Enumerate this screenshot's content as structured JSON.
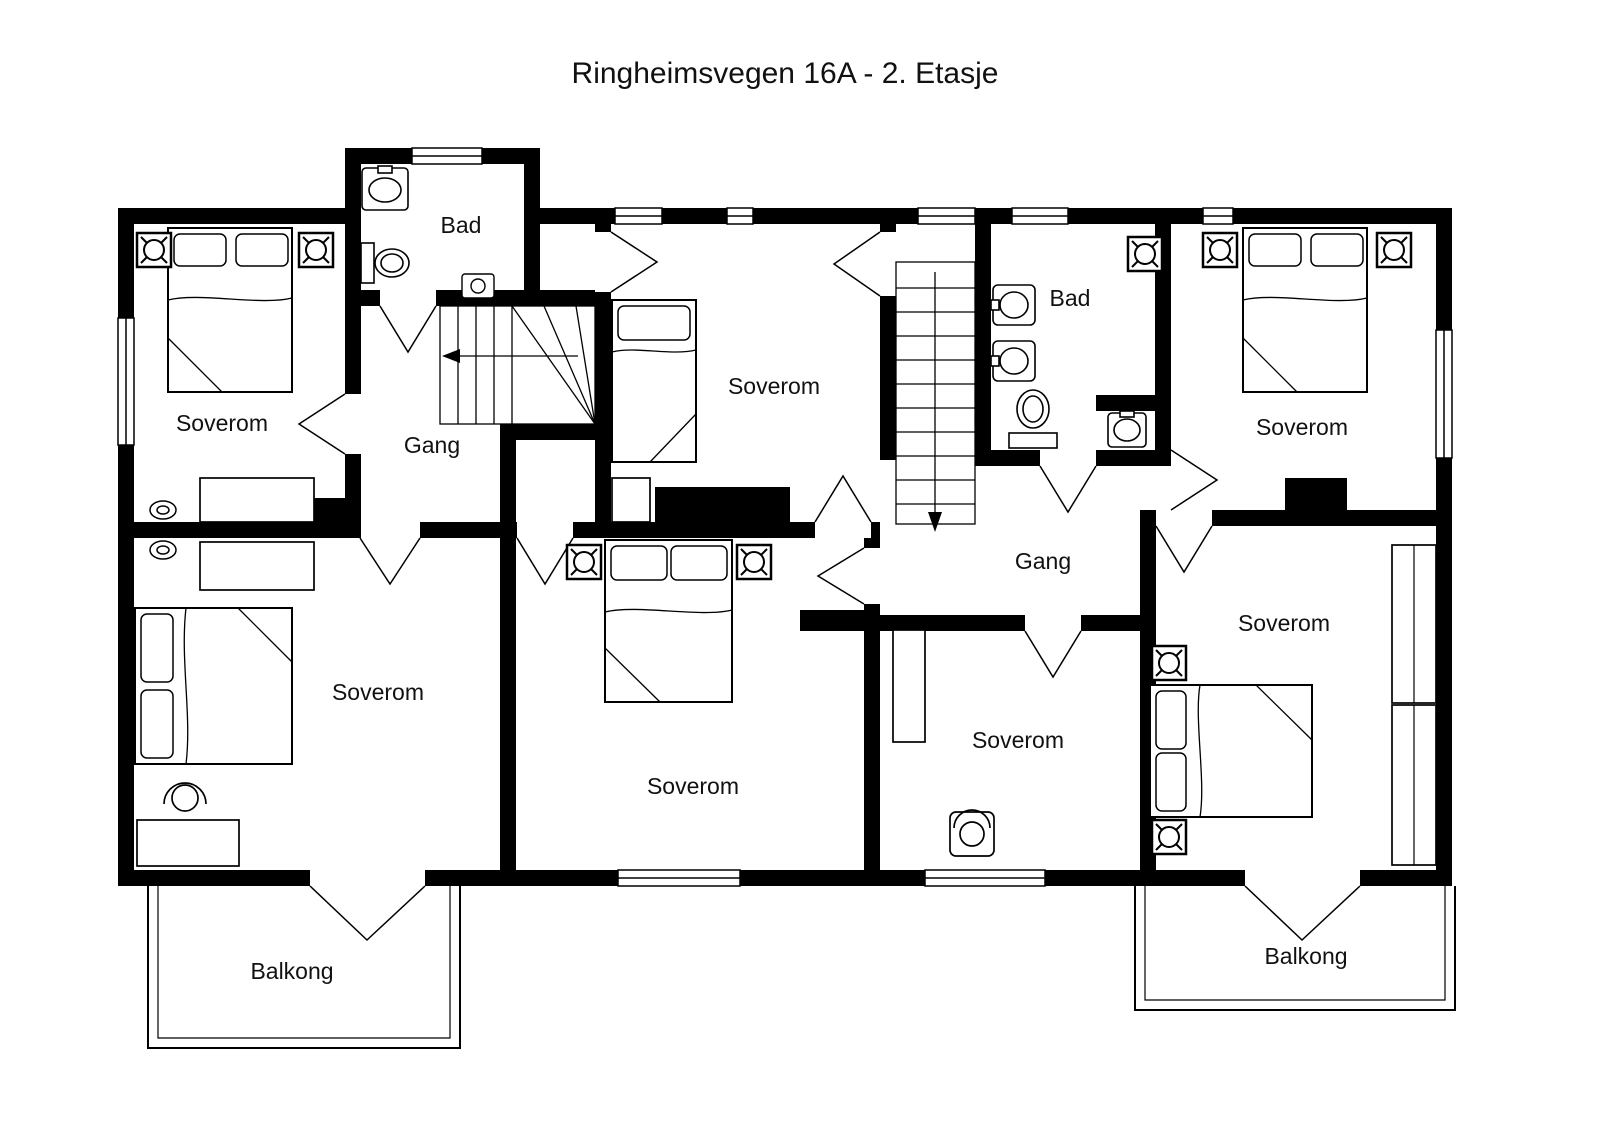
{
  "title": "Ringheimsvegen 16A - 2. Etasje",
  "labels": {
    "bad_left": "Bad",
    "soverom_top_left": "Soverom",
    "gang_left": "Gang",
    "soverom_top_center": "Soverom",
    "bad_right": "Bad",
    "soverom_top_right": "Soverom",
    "gang_right": "Gang",
    "soverom_bottom_left": "Soverom",
    "soverom_bottom_center": "Soverom",
    "soverom_bottom_mid": "Soverom",
    "soverom_bottom_right": "Soverom",
    "balkong_left": "Balkong",
    "balkong_right": "Balkong"
  },
  "symbols": [
    "bed-icon",
    "toilet-icon",
    "sink-icon",
    "spotlight-icon",
    "stairs-icon",
    "door-swing-icon",
    "window-icon",
    "wardrobe-icon",
    "chair-icon",
    "desk-icon",
    "wall-lamp-icon",
    "balcony-outline"
  ],
  "colors": {
    "wall": "#000000",
    "line": "#000000",
    "background": "#ffffff",
    "text": "#111111"
  }
}
